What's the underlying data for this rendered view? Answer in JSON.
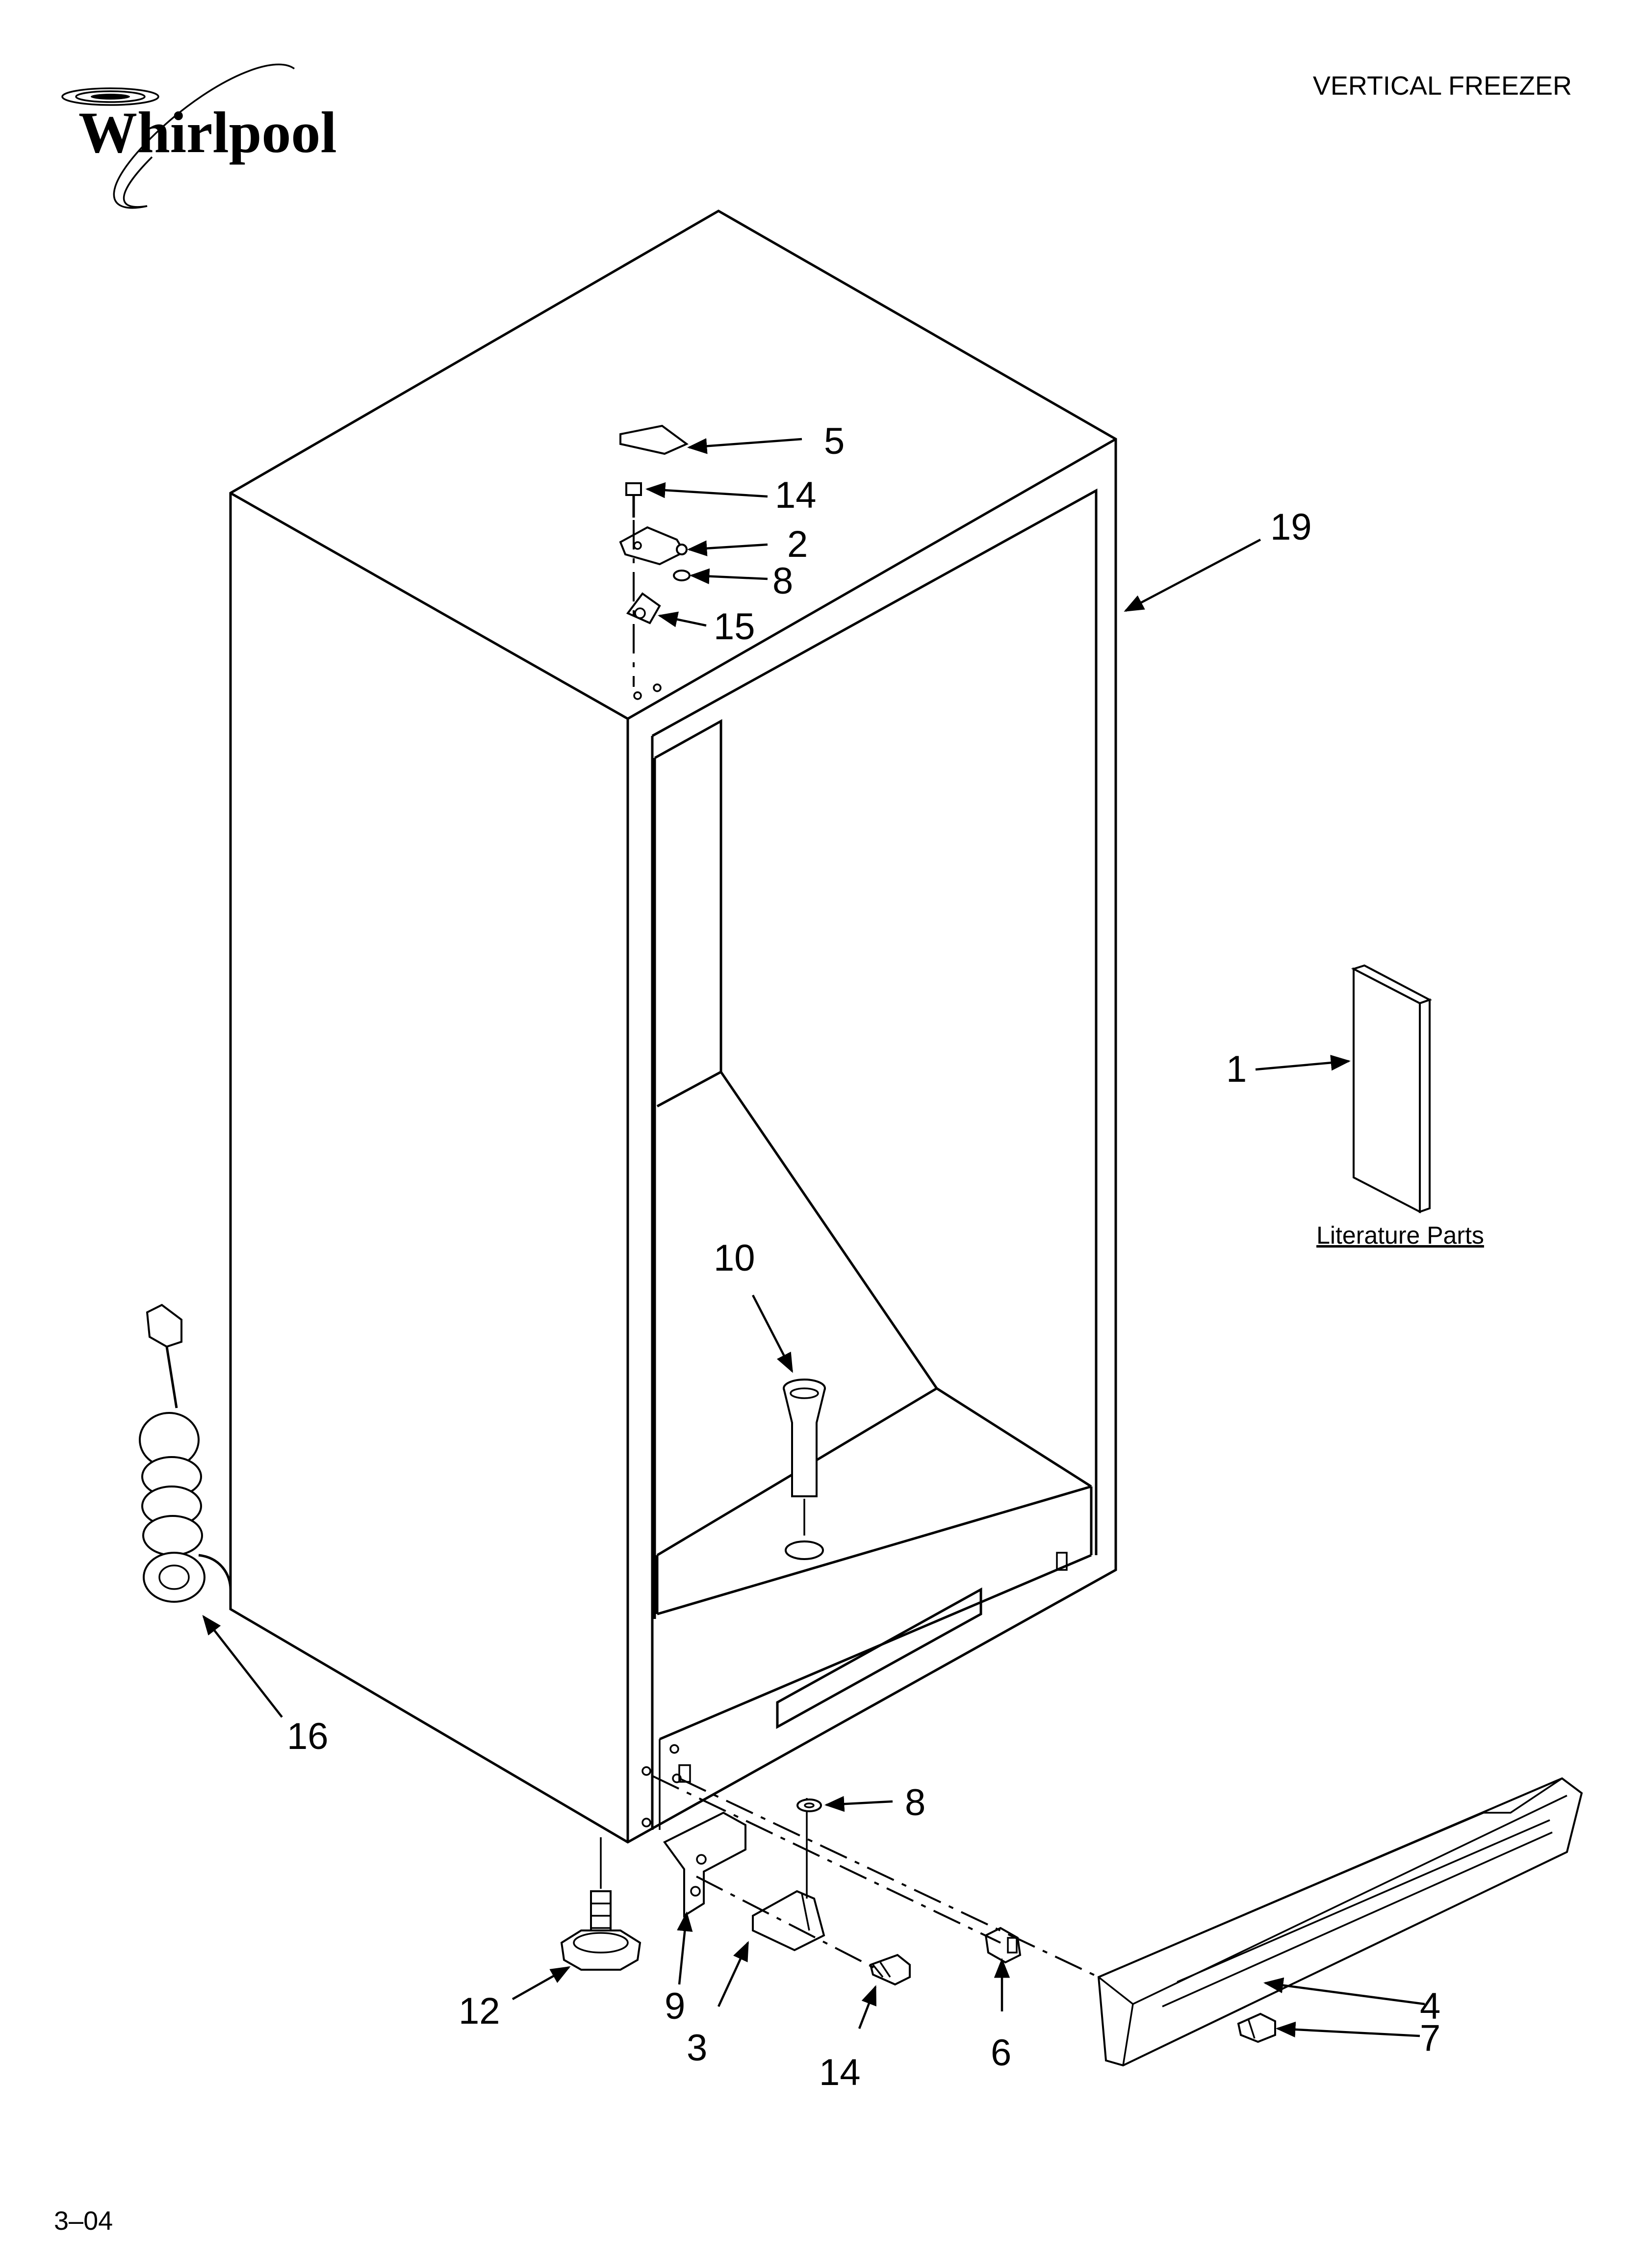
{
  "header": {
    "brand": "Whirlpool",
    "title": "VERTICAL FREEZER"
  },
  "literature": {
    "label": "Literature Parts"
  },
  "footer": {
    "date_code": "3–04"
  },
  "callouts": {
    "c5": "5",
    "c14_top": "14",
    "c2": "2",
    "c8_top": "8",
    "c15": "15",
    "c19": "19",
    "c1": "1",
    "c10": "10",
    "c16": "16",
    "c8_bottom": "8",
    "c12": "12",
    "c9": "9",
    "c3": "3",
    "c14_bottom": "14",
    "c6": "6",
    "c4": "4",
    "c7": "7"
  },
  "colors": {
    "ink": "#000000",
    "paper": "#ffffff"
  }
}
